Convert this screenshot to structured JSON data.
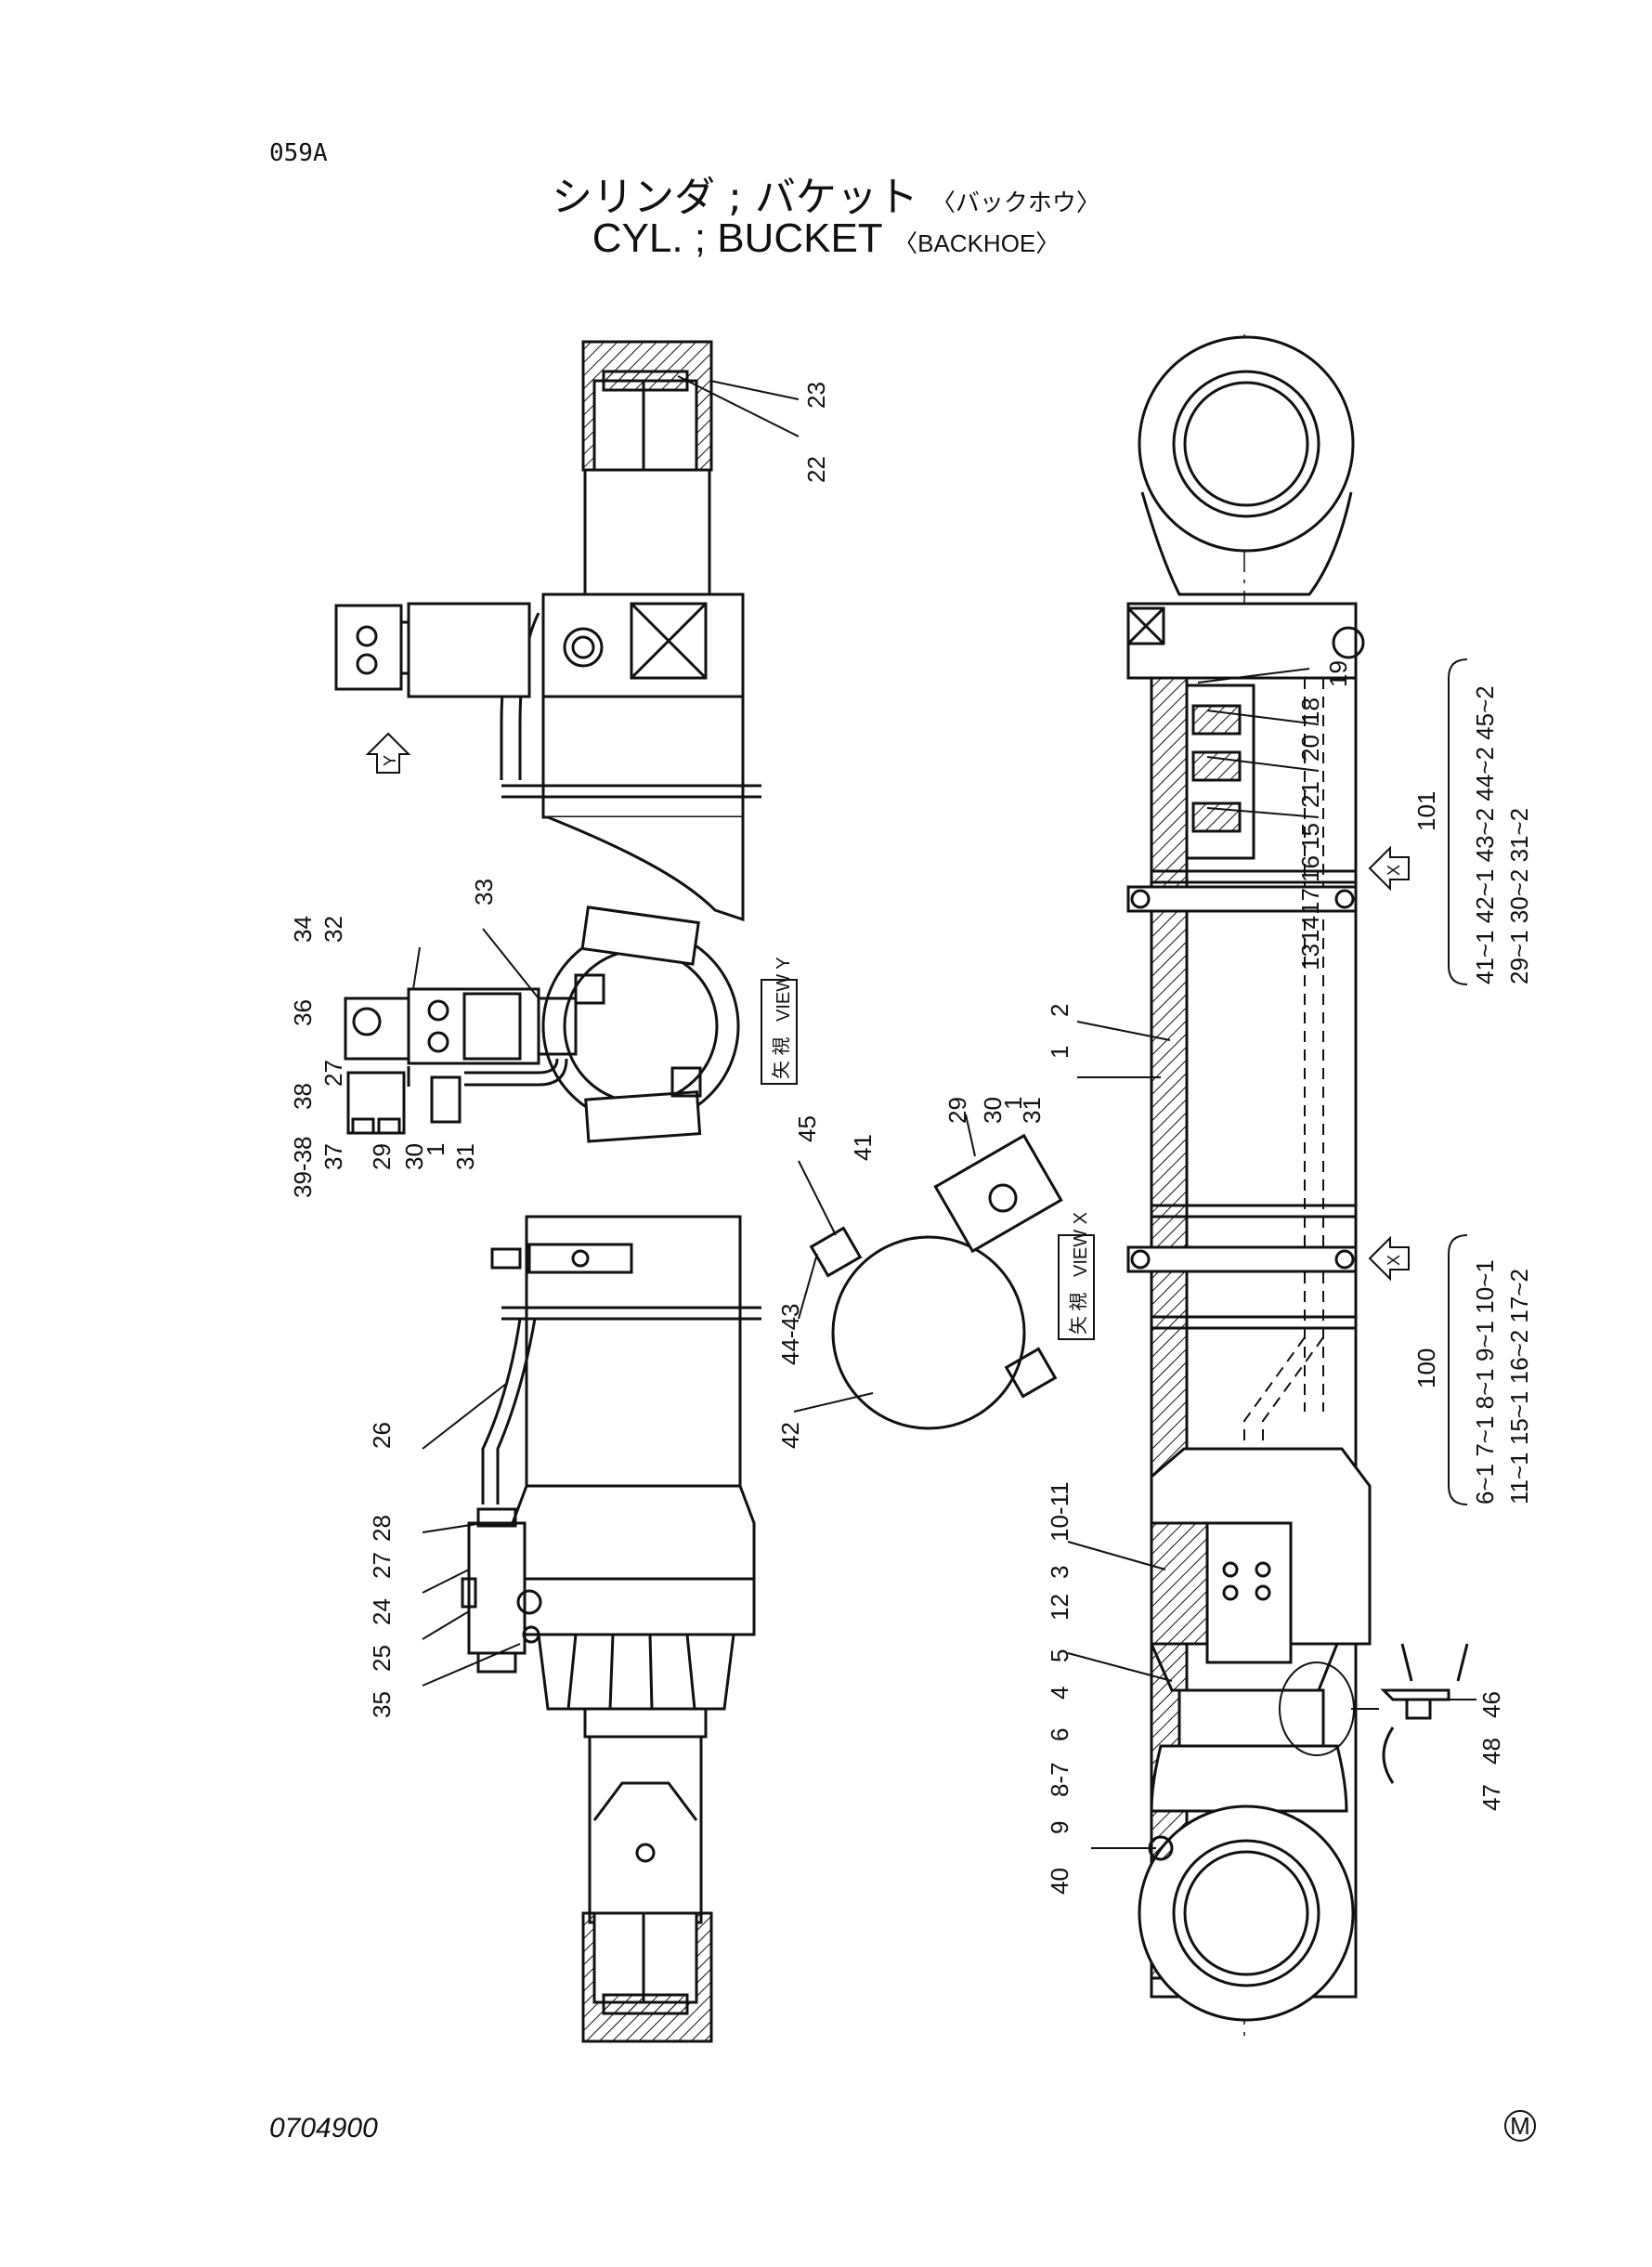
{
  "header": {
    "page_code": "059A",
    "title_jp": "シリンダ ; バケット",
    "title_jp_sub": "〈バックホウ〉",
    "title_en": "CYL. ; BUCKET",
    "title_en_sub": "〈BACKHOE〉"
  },
  "footer": {
    "drawing_number": "0704900",
    "mark": "M"
  },
  "views": {
    "view_y_jp": "矢 視",
    "view_y": "VIEW Y",
    "view_x_jp": "矢 視",
    "view_x": "VIEW X",
    "arrow_y": "Y",
    "arrow_x1": "X",
    "arrow_x2": "X"
  },
  "callouts_left": [
    "23",
    "22",
    "33",
    "34",
    "32",
    "36",
    "27",
    "38",
    "39-38",
    "37",
    "29",
    "30",
    "1",
    "31",
    "28",
    "27",
    "24",
    "25",
    "35",
    "26"
  ],
  "callouts_mid": [
    "45",
    "41",
    "44-43",
    "42",
    "29",
    "30",
    "1",
    "31"
  ],
  "callouts_right": [
    "19",
    "18",
    "20",
    "21",
    "15",
    "16",
    "17",
    "14",
    "13",
    "2",
    "1",
    "10-11",
    "3",
    "12",
    "5",
    "4",
    "6",
    "8-7",
    "9",
    "40",
    "46",
    "48",
    "47"
  ],
  "kits": {
    "kit_101": {
      "number": "101",
      "line1": "41~1 42~1 43~2 44~2 45~2",
      "line2": "29~1 30~2 31~2"
    },
    "kit_100": {
      "number": "100",
      "line1": "6~1 7~1 8~1 9~1 10~1",
      "line2": "11~1 15~1 16~2 17~2"
    }
  }
}
